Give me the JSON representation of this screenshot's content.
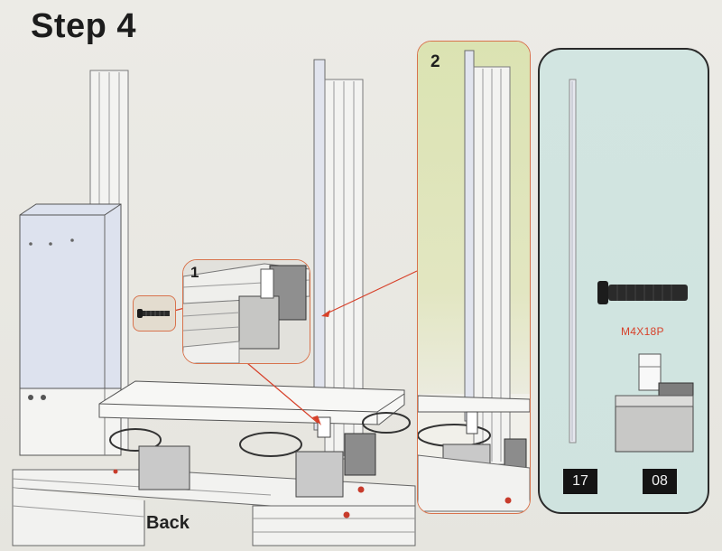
{
  "title": "Step 4",
  "back_label": "Back",
  "callouts": {
    "detail_1": "1",
    "detail_2": "2"
  },
  "parts": {
    "screw_code": "M4X18P",
    "rod_number": "17",
    "motor_number": "08"
  },
  "colors": {
    "accent_orange": "#d8734d",
    "callout_red": "#d7412a",
    "parts_bg": "#d2e5e1",
    "panel2_bg": "#dbe3b2"
  }
}
